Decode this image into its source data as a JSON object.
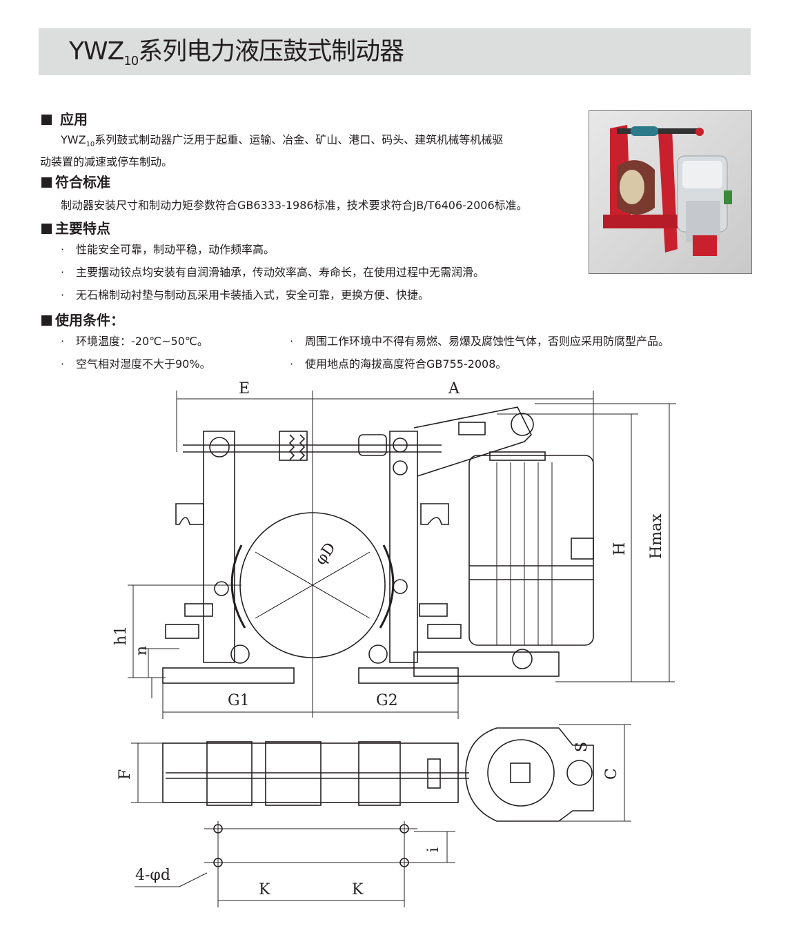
{
  "header": {
    "title_main": "YWZ",
    "title_sub": "10",
    "title_rest": "系列电力液压鼓式制动器"
  },
  "application": {
    "heading": "应用",
    "line1_prefix": "YWZ",
    "line1_sub": "10",
    "line1_rest": "系列鼓式制动器广泛用于起重、运输、冶金、矿山、港口、码头、建筑机械等机械驱",
    "line2": "动装置的减速或停车制动。"
  },
  "standard": {
    "heading": "符合标准",
    "text": "制动器安装尺寸和制动力矩参数符合GB6333-1986标准，技术要求符合JB/T6406-2006标准。"
  },
  "features": {
    "heading": "主要特点",
    "items": [
      "性能安全可靠，制动平稳，动作频率高。",
      "主要摆动铰点均安装有自润滑轴承，传动效率高、寿命长，在使用过程中无需润滑。",
      "无石棉制动衬垫与制动瓦采用卡装插入式，安全可靠，更换方便、快捷。"
    ]
  },
  "conditions": {
    "heading": "使用条件：",
    "items": [
      "环境温度：-20℃~50℃。",
      "周围工作环境中不得有易燃、易爆及腐蚀性气体，否则应采用防腐型产品。",
      "空气相对湿度不大于90%。",
      "使用地点的海拔高度符合GB755-2008。"
    ]
  },
  "bullet_mark": "·",
  "drawing_labels": {
    "E": "E",
    "A": "A",
    "H": "H",
    "Hmax": "Hmax",
    "h1": "h1",
    "n": "n",
    "G1": "G1",
    "G2": "G2",
    "phiD": "φD",
    "F": "F",
    "C": "C",
    "S": "S",
    "i": "i",
    "K1": "K",
    "K2": "K",
    "holes": "4-φd"
  },
  "colors": {
    "title_bar": "#dcdddd",
    "frame_red": "#c8202c",
    "thruster_silver": "#d9dcdf"
  }
}
